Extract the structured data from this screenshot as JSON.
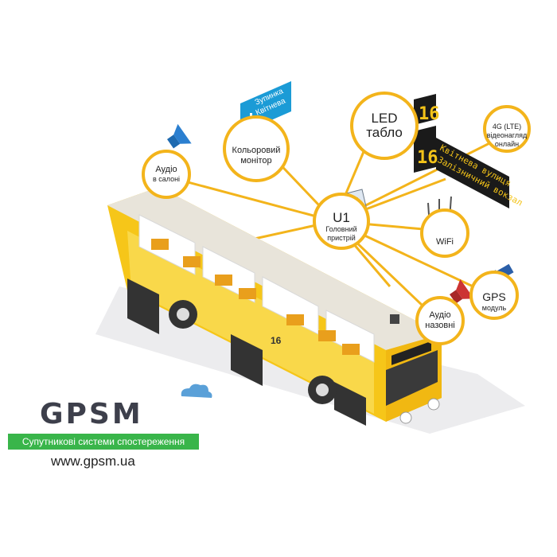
{
  "brand": {
    "name": "GPSM",
    "tagline": "Супутникові системи спостереження",
    "url": "www.gpsm.ua",
    "colors": {
      "green": "#39b54a",
      "gray": "#3d3f4b",
      "accent": "#f3b41b"
    }
  },
  "hub": {
    "title": "U1",
    "subtitle_line1": "Головний",
    "subtitle_line2": "пристрій"
  },
  "nodes": {
    "audio_inside": {
      "line1": "Аудіо",
      "line2": "в салоні"
    },
    "color_monitor": {
      "line1": "Кольоровий",
      "line2": "монітор"
    },
    "led_board": {
      "line1": "LED",
      "line2": "табло"
    },
    "camera": {
      "line1": "4G (LTE)",
      "line2": "відеонагляд",
      "line3": "онлайн"
    },
    "wifi": {
      "label": "WiFi"
    },
    "gps": {
      "line1": "GPS",
      "line2": "модуль"
    },
    "audio_outside": {
      "line1": "Аудіо",
      "line2": "назовні"
    }
  },
  "monitor_sign": {
    "line1": "Зупинка",
    "line2": "Квітнева"
  },
  "led_display": {
    "route_number": "16",
    "line1": "Квітнева вулиця",
    "line2": "Залізничний вокзал"
  },
  "bus": {
    "route_number": "16"
  },
  "icons": [
    "speaker-icon",
    "camera-icon",
    "router-icon",
    "satellite-icon",
    "device-icon",
    "cloud-icon"
  ]
}
